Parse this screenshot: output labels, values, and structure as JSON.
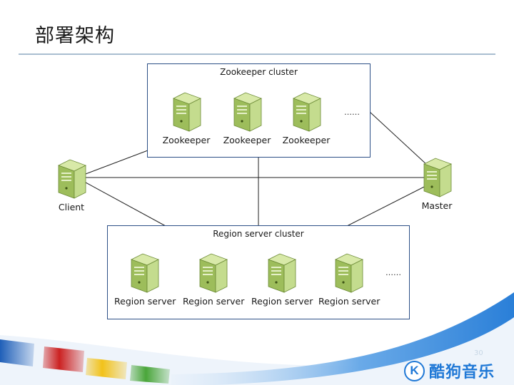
{
  "slide": {
    "title": "部署架构",
    "page_number": "30"
  },
  "zookeeper_cluster": {
    "title": "Zookeeper cluster",
    "nodes": [
      "Zookeeper",
      "Zookeeper",
      "Zookeeper"
    ],
    "ellipsis": "……"
  },
  "region_cluster": {
    "title": "Region server cluster",
    "nodes": [
      "Region server",
      "Region server",
      "Region server",
      "Region server"
    ],
    "ellipsis": "……"
  },
  "client": {
    "label": "Client"
  },
  "master": {
    "label": "Master"
  },
  "brand": {
    "logo_letter": "K",
    "name": "酷狗音乐",
    "color": "#1f78d6"
  },
  "colors": {
    "box_border": "#2c4f86",
    "connector": "#222222",
    "server_light": "#c4dc8e",
    "server_mid": "#8fb24f",
    "server_dark": "#5f7f2a",
    "wave_blue": "#3d8fe0",
    "stripe_blue": "#1f5fb8",
    "stripe_red": "#cc2222",
    "stripe_yellow": "#f2c21a",
    "stripe_green": "#4aa63a"
  }
}
